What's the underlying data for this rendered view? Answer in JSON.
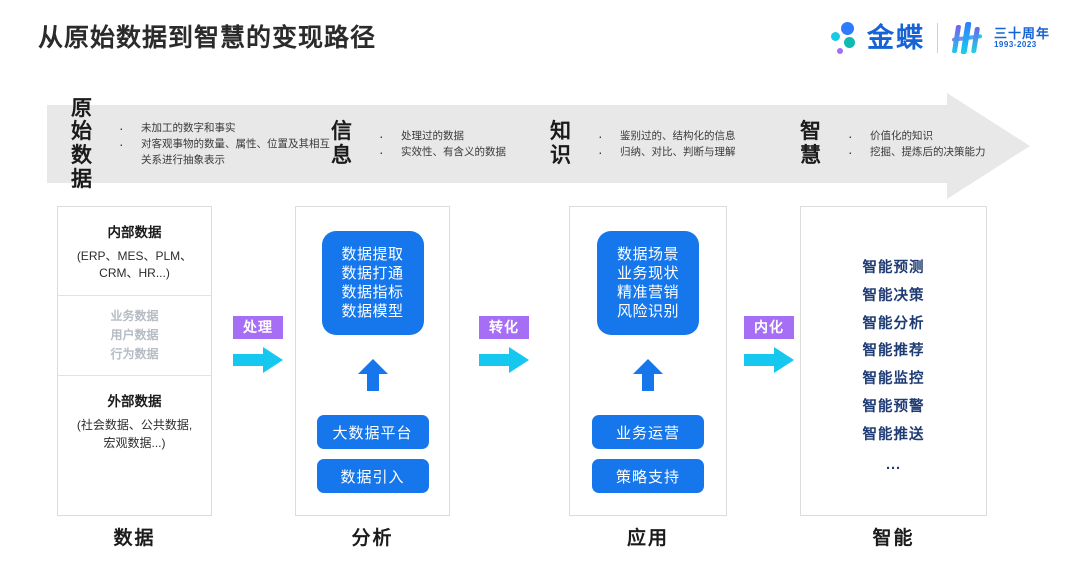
{
  "header": {
    "title": "从原始数据到智慧的变现路径",
    "brand": {
      "name": "金蝶",
      "anniversary_cn": "三十周年",
      "anniversary_years": "1993-2023"
    }
  },
  "stage_band": {
    "stages": [
      {
        "title": "原始\n数据",
        "bullets": [
          "未加工的数字和事实",
          "对客观事物的数量、属性、位置及其相互关系进行抽象表示"
        ]
      },
      {
        "title": "信\n息",
        "bullets": [
          "处理过的数据",
          "实效性、有含义的数据"
        ]
      },
      {
        "title": "知\n识",
        "bullets": [
          "鉴别过的、结构化的信息",
          "归纳、对比、判断与理解"
        ]
      },
      {
        "title": "智\n慧",
        "bullets": [
          "价值化的知识",
          "挖掘、提炼后的决策能力"
        ]
      }
    ]
  },
  "columns": {
    "data": {
      "caption": "数据",
      "internal_title": "内部数据",
      "internal_sub": "(ERP、MES、PLM、\nCRM、HR...)",
      "middle": [
        "业务数据",
        "用户数据",
        "行为数据"
      ],
      "external_title": "外部数据",
      "external_sub": "(社会数据、公共数据,\n宏观数据...)"
    },
    "analysis": {
      "caption": "分析",
      "card": [
        "数据提取",
        "数据打通",
        "数据指标",
        "数据模型"
      ],
      "pills": [
        "大数据平台",
        "数据引入"
      ]
    },
    "apply": {
      "caption": "应用",
      "card": [
        "数据场景",
        "业务现状",
        "精准营销",
        "风险识别"
      ],
      "pills": [
        "业务运营",
        "策略支持"
      ]
    },
    "intelligence": {
      "caption": "智能",
      "items": [
        "智能预测",
        "智能决策",
        "智能分析",
        "智能推荐",
        "智能监控",
        "智能预警",
        "智能推送"
      ],
      "ellipsis": "..."
    }
  },
  "connectors": [
    {
      "label": "处理"
    },
    {
      "label": "转化"
    },
    {
      "label": "内化"
    }
  ],
  "colors": {
    "blue": "#1677ec",
    "purple": "#a66ef5",
    "cyan": "#16c8f0",
    "navy": "#1f3b73",
    "band_gray": "#e8e8e8",
    "muted_gray": "#b6bcc4"
  }
}
